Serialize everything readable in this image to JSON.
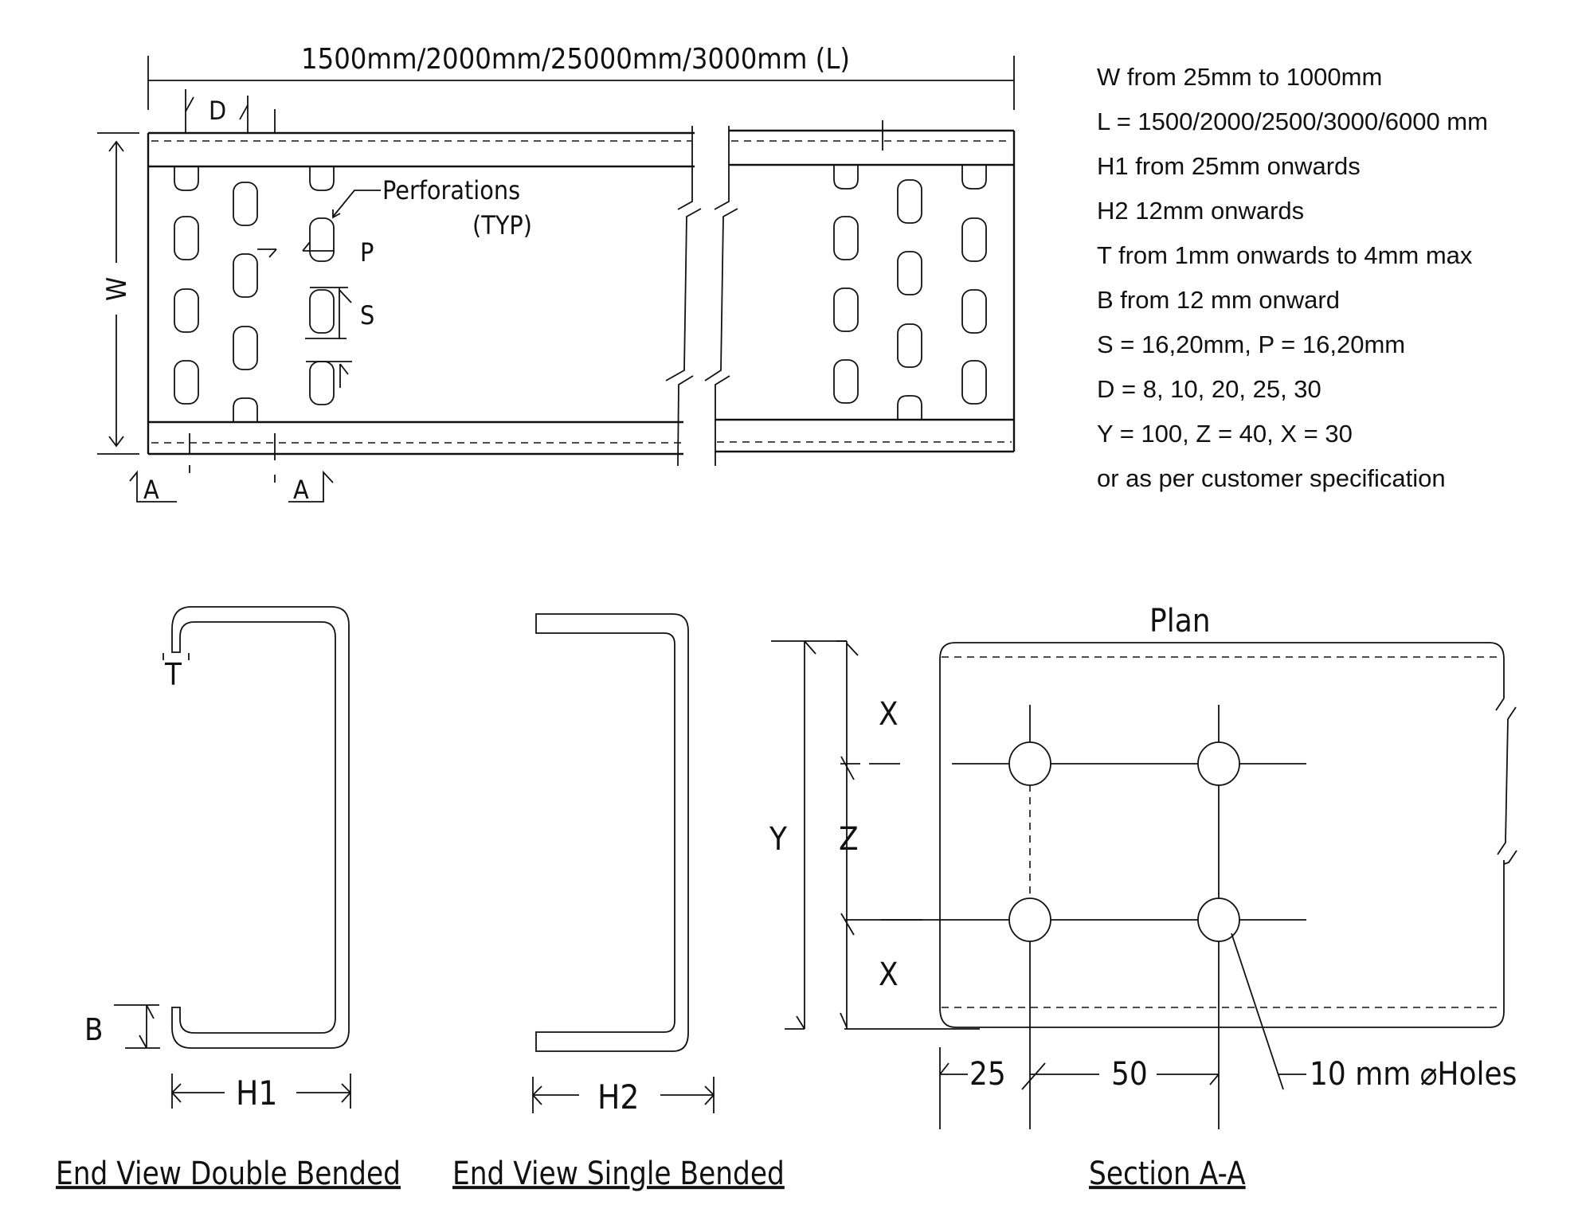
{
  "top_view": {
    "length_dimension": "1500mm/2000mm/25000mm/3000mm (L)",
    "width_label": "W",
    "d_label": "D",
    "perforations_label": "Perforations",
    "perforations_sub": "(TYP)",
    "p_label": "P",
    "s_label": "S",
    "section_marker_left": "A",
    "section_marker_right": "A"
  },
  "specifications": [
    "W from 25mm to 1000mm",
    "L = 1500/2000/2500/3000/6000 mm",
    "H1 from 25mm onwards",
    "H2 12mm onwards",
    "T from 1mm onwards to 4mm max",
    "B from 12 mm onward",
    "S = 16,20mm, P = 16,20mm",
    "D = 8, 10, 20, 25, 30",
    "Y = 100, Z = 40, X = 30",
    "or as per customer specification"
  ],
  "end_view_double": {
    "t_label": "T",
    "b_label": "B",
    "h_label": "H1",
    "caption": "End View Double Bended"
  },
  "end_view_single": {
    "h_label": "H2",
    "caption": "End View Single Bended"
  },
  "section": {
    "title": "Plan",
    "y_label": "Y",
    "z_label": "Z",
    "x_top_label": "X",
    "x_bottom_label": "X",
    "dim_25": "25",
    "dim_50": "50",
    "holes_label": "10 mm ⌀Holes",
    "caption": "Section A-A"
  }
}
